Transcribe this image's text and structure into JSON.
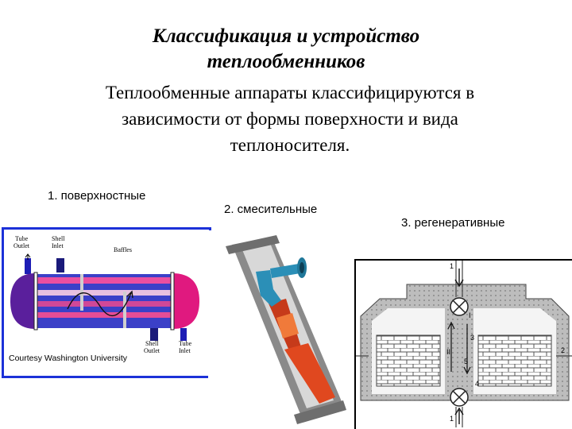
{
  "slide": {
    "title_line1": "Классификация и устройство",
    "title_line2": "теплообменников",
    "intro_line1": "Теплообменные аппараты классифицируются в",
    "intro_line2": "зависимости от формы поверхности и вида",
    "intro_line3": "теплоносителя."
  },
  "types": [
    {
      "label": "1. поверхностные"
    },
    {
      "label": "2. смесительные"
    },
    {
      "label": "3. регенеративные"
    }
  ],
  "diagram1": {
    "tube_outlet": [
      "Tube",
      "Outlet"
    ],
    "shell_inlet": [
      "Shell",
      "Inlet"
    ],
    "baffles": "Baffles",
    "shell_outlet": [
      "Shell",
      "Outlet"
    ],
    "tube_inlet": [
      "Tube",
      "Inlet"
    ],
    "credit": "Courtesy Washington University"
  },
  "diagram3": {
    "labels": [
      "1",
      "1",
      "2",
      "3",
      "4",
      "5",
      "II",
      "I"
    ]
  }
}
